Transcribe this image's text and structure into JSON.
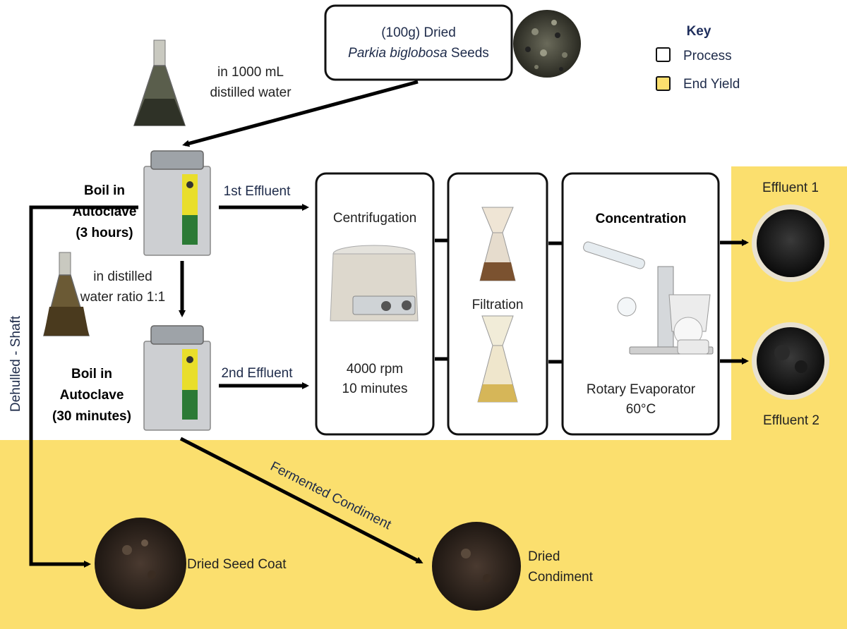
{
  "colors": {
    "yield_bg": "#fbdf6e",
    "box_stroke": "#111111",
    "navy_text": "#1e2b4a",
    "key_title": "#1f2e5c",
    "black": "#000000"
  },
  "seed_box": {
    "line1": "(100g) Dried",
    "species": "Parkia biglobosa",
    "seeds": " Seeds"
  },
  "water_note": {
    "line1": "in 1000 mL",
    "line2": "distilled water"
  },
  "key": {
    "title": "Key",
    "process": "Process",
    "end_yield": "End Yield"
  },
  "boil1": {
    "line1": "Boil in",
    "line2": "Autoclave",
    "line3": "(3 hours)"
  },
  "boil2": {
    "line1": "Boil in",
    "line2": "Autoclave",
    "line3": "(30 minutes)"
  },
  "ratio_note": {
    "line1": "in  distilled",
    "line2": "water ratio 1:1"
  },
  "effluent_labels": {
    "first": "1st Effluent",
    "second": "2nd Effluent"
  },
  "centrifugation": {
    "title": "Centrifugation",
    "speed": "4000 rpm",
    "time": "10 minutes"
  },
  "filtration": {
    "title": "Filtration"
  },
  "concentration": {
    "title": "Concentration",
    "device": "Rotary Evaporator",
    "temp": "60°C"
  },
  "outputs": {
    "effluent1": "Effluent 1",
    "effluent2": "Effluent 2"
  },
  "side_label": "Dehulled - Shaft",
  "fermented_label": "Fermented Condiment",
  "products": {
    "seed_coat": "Dried Seed Coat",
    "condiment_line1": "Dried",
    "condiment_line2": "Condiment"
  }
}
